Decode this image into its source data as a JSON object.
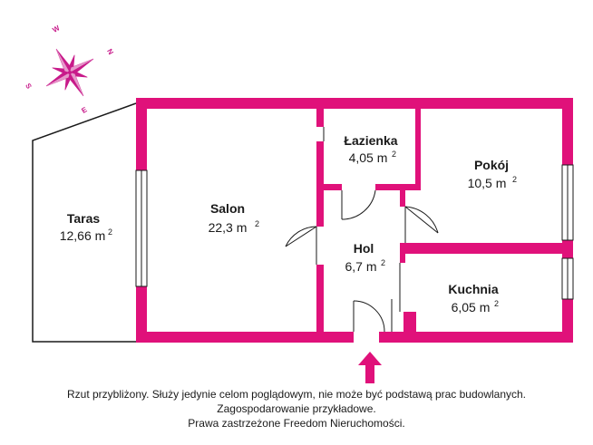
{
  "colors": {
    "wall": "#e0117a",
    "line": "#1a1a1a",
    "compass": "#c81a8a"
  },
  "compass": {
    "n": "N",
    "e": "E",
    "s": "S",
    "w": "W"
  },
  "unit": "m",
  "rooms": {
    "taras": {
      "name": "Taras",
      "area": "12,66 m",
      "sup": "2"
    },
    "salon": {
      "name": "Salon",
      "area": "22,3 m",
      "sup": "2"
    },
    "lazienka": {
      "name": "Łazienka",
      "area": "4,05 m",
      "sup": "2"
    },
    "pokoj": {
      "name": "Pokój",
      "area": "10,5 m",
      "sup": "2"
    },
    "hol": {
      "name": "Hol",
      "area": "6,7 m",
      "sup": "2"
    },
    "kuchnia": {
      "name": "Kuchnia",
      "area": "6,05 m",
      "sup": "2"
    }
  },
  "disclaimer": {
    "line1": "Rzut przybliżony. Służy jedynie celom poglądowym, nie może być podstawą prac budowlanych.",
    "line2": "Zagospodarowanie przykładowe.",
    "line3": "Prawa zastrzeżone Freedom Nieruchomości."
  }
}
